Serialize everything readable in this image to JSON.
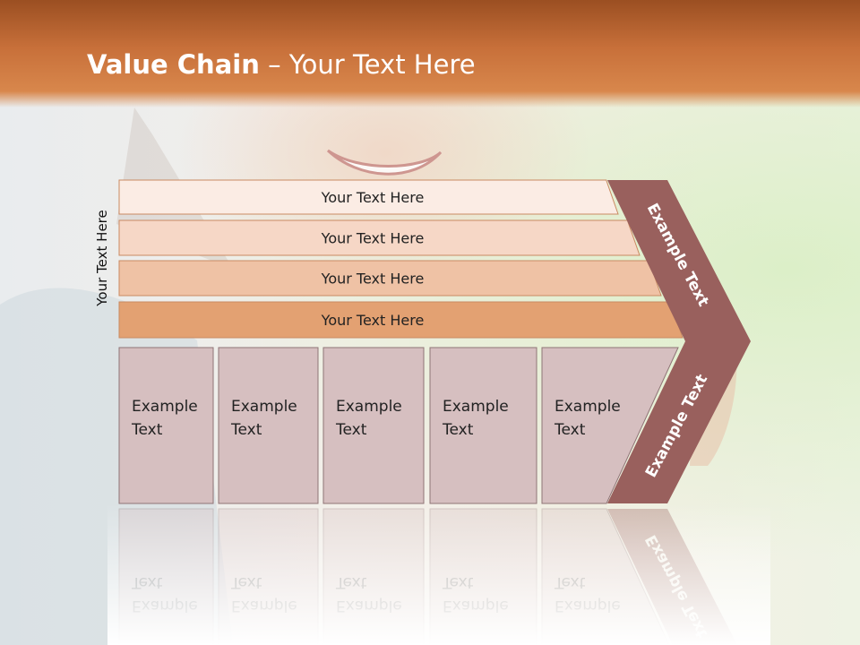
{
  "slide": {
    "title_bold": "Value Chain",
    "title_rest": " – Your Text Here",
    "vertical_label": "Your Text Here"
  },
  "rows": [
    {
      "label": "Your Text Here",
      "color": "#fbece4"
    },
    {
      "label": "Your Text Here",
      "color": "#f6d7c6"
    },
    {
      "label": "Your Text Here",
      "color": "#efc2a5"
    },
    {
      "label": "Your Text Here",
      "color": "#e3a172"
    }
  ],
  "columns": [
    {
      "line1": "Example",
      "line2": "Text"
    },
    {
      "line1": "Example",
      "line2": "Text"
    },
    {
      "line1": "Example",
      "line2": "Text"
    },
    {
      "line1": "Example",
      "line2": "Text"
    },
    {
      "line1": "Example",
      "line2": "Text"
    }
  ],
  "chevron": {
    "upper_text": "Example Text",
    "lower_text": "Example Text",
    "color": "#99605d"
  },
  "colors": {
    "header": "#c8703a",
    "column_fill": "#d6bfc0",
    "column_stroke": "#8f7476"
  }
}
